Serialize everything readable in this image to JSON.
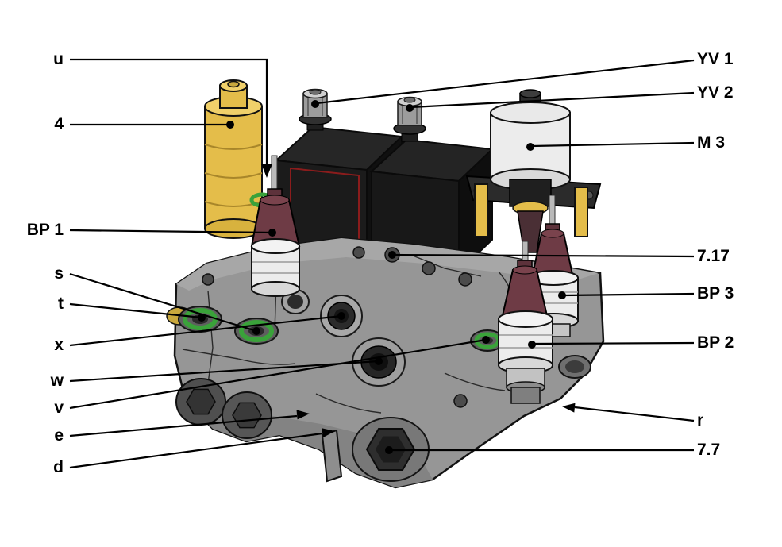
{
  "diagram": {
    "type": "technical-illustration",
    "subject": "valve-block-assembly",
    "labels": {
      "left": [
        {
          "id": "u",
          "text": "u"
        },
        {
          "id": "4",
          "text": "4"
        },
        {
          "id": "BP1",
          "text": "BP 1"
        },
        {
          "id": "s",
          "text": "s"
        },
        {
          "id": "t",
          "text": "t"
        },
        {
          "id": "x",
          "text": "x"
        },
        {
          "id": "w",
          "text": "w"
        },
        {
          "id": "v",
          "text": "v"
        },
        {
          "id": "e",
          "text": "e"
        },
        {
          "id": "d",
          "text": "d"
        }
      ],
      "right": [
        {
          "id": "YV1",
          "text": "YV 1"
        },
        {
          "id": "YV2",
          "text": "YV 2"
        },
        {
          "id": "M3",
          "text": "M 3"
        },
        {
          "id": "7.17",
          "text": "7.17"
        },
        {
          "id": "BP3",
          "text": "BP 3"
        },
        {
          "id": "BP2",
          "text": "BP 2"
        },
        {
          "id": "r",
          "text": "r"
        },
        {
          "id": "7.7",
          "text": "7.7"
        }
      ]
    },
    "colors": {
      "background": "#ffffff",
      "line": "#000000",
      "yellow_part": "#e4bd4a",
      "yellow_light": "#f0d06a",
      "maroon_part": "#6e3b45",
      "green_seal": "#3aa23a",
      "white_part": "#ececec",
      "dark_part": "#1b1b1b",
      "block_gray": "#969696",
      "red_accent": "#8b1c1c"
    }
  }
}
